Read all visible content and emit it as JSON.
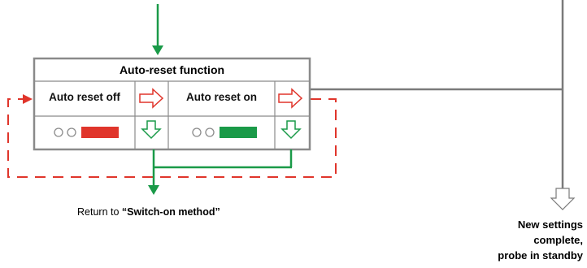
{
  "box": {
    "title": "Auto-reset function",
    "left_label": "Auto reset off",
    "right_label": "Auto reset on"
  },
  "return_note": {
    "prefix": "Return to ",
    "target": "“Switch-on method”"
  },
  "end_note": {
    "line1": "New settings",
    "line2": "complete,",
    "line3": "probe in standby"
  },
  "colors": {
    "green": "#1a9a48",
    "red": "#e0352b",
    "grey": "#7a7a7a",
    "box_border": "#8a8a8a"
  },
  "indicators": {
    "left_bar": "red-bar",
    "right_bar": "green-bar"
  }
}
